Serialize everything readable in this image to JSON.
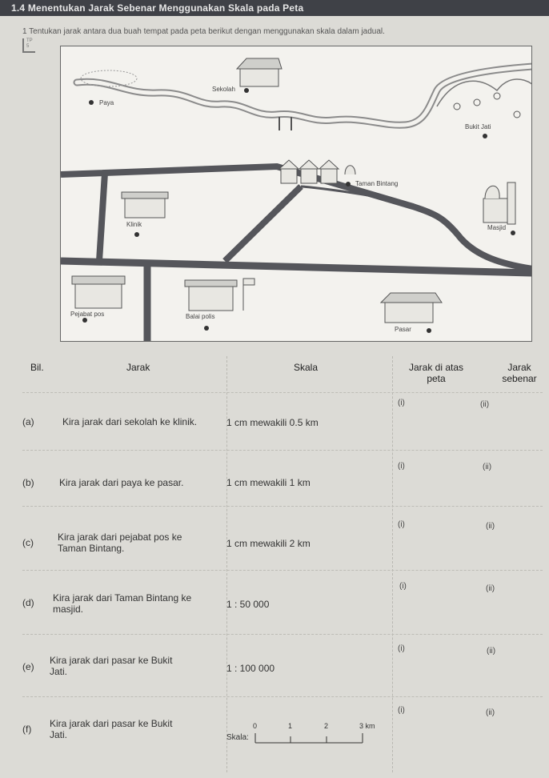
{
  "header": {
    "title": "1.4 Menentukan Jarak Sebenar Menggunakan Skala pada Peta"
  },
  "question": {
    "text": "1  Tentukan jarak antara dua buah tempat pada peta berikut dengan menggunakan skala dalam jadual."
  },
  "map": {
    "labels": {
      "sekolah": "Sekolah",
      "paya": "Paya",
      "bukit_jati": "Bukit Jati",
      "taman_bintang": "Taman Bintang",
      "klinik": "Klinik",
      "masjid": "Masjid",
      "pejabat_pos": "Pejabat pos",
      "balai_polis": "Balai polis",
      "pasar": "Pasar"
    }
  },
  "table": {
    "headers": {
      "bil": "Bil.",
      "jarak": "Jarak",
      "skala": "Skala",
      "jarak_peta_1": "Jarak di atas",
      "jarak_peta_2": "peta",
      "jarak_sebenar_1": "Jarak",
      "jarak_sebenar_2": "sebenar"
    },
    "sub_i": "(i)",
    "sub_ii": "(ii)",
    "rows": [
      {
        "label": "(a)",
        "jarak_1": "Kira jarak dari sekolah ke klinik.",
        "jarak_2": "",
        "skala": "1 cm mewakili 0.5 km"
      },
      {
        "label": "(b)",
        "jarak_1": "Kira jarak dari paya ke pasar.",
        "jarak_2": "",
        "skala": "1 cm mewakili 1 km"
      },
      {
        "label": "(c)",
        "jarak_1": "Kira jarak dari pejabat pos ke",
        "jarak_2": "Taman Bintang.",
        "skala": "1 cm mewakili 2 km"
      },
      {
        "label": "(d)",
        "jarak_1": "Kira jarak dari Taman Bintang ke",
        "jarak_2": "masjid.",
        "skala": "1 : 50 000"
      },
      {
        "label": "(e)",
        "jarak_1": "Kira jarak dari pasar ke Bukit",
        "jarak_2": "Jati.",
        "skala": "1 : 100 000"
      },
      {
        "label": "(f)",
        "jarak_1": "Kira jarak dari pasar ke Bukit",
        "jarak_2": "Jati.",
        "skala": ""
      }
    ],
    "scale_bar": {
      "label": "Skala:",
      "ticks": [
        "0",
        "1",
        "2",
        "3 km"
      ]
    }
  }
}
